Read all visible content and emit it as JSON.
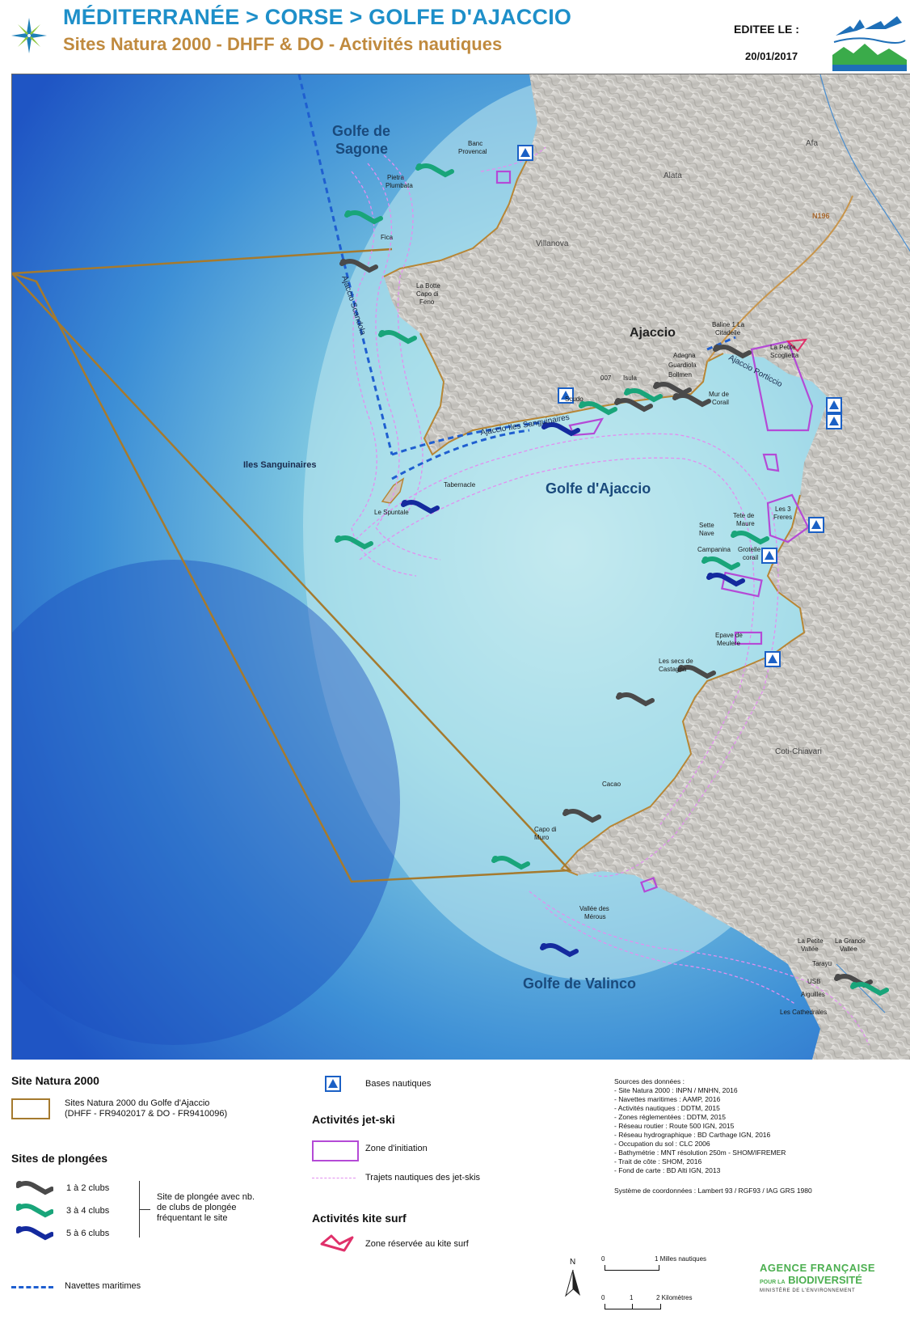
{
  "header": {
    "title": "MÉDITERRANÉE > CORSE > GOLFE D'AJACCIO",
    "subtitle": "Sites Natura 2000 - DHFF & DO - Activités nautiques",
    "edited_label": "EDITEE LE :",
    "edited_date": "20/01/2017"
  },
  "map": {
    "sea_labels": {
      "golfe_sagone_1": "Golfe de",
      "golfe_sagone_2": "Sagone",
      "golfe_ajaccio": "Golfe d'Ajaccio",
      "golfe_valinco": "Golfe de Valinco",
      "iles_sanguinaires": "Iles Sanguinaires"
    },
    "town_labels": {
      "ajaccio": "Ajaccio",
      "alata": "Alata",
      "villanova": "Villanova",
      "afa": "Afa",
      "coti_chiavari": "Coti-Chiavari",
      "road": "N196"
    },
    "navette_labels": {
      "scandola": "Ajaccio Scandola",
      "sanguinaires": "Ajaccio Iles Sanguinaires",
      "porticcio": "Ajaccio Porticcio"
    },
    "sites": {
      "banc_provencal_1": "Banc",
      "banc_provencal_2": "Provencal",
      "pietra_plumbata_1": "Pietra",
      "pietra_plumbata_2": "Plumbata",
      "fica": "Fica",
      "la_botte_1": "La Botte",
      "la_botte_2": "Capo di",
      "la_botte_3": "Feno",
      "tabernacle": "Tabernacle",
      "le_spuntale": "Le Spuntale",
      "scudo": "Scudo",
      "isula": "Isula",
      "site_007": "007",
      "baline_1": "Baline 1 La",
      "baline_2": "Citadelle",
      "petite_scoglietta_1": "La Petite",
      "petite_scoglietta_2": "Scoglietta",
      "adagna_1": "Adagna",
      "adagna_2": "Guardiola",
      "adagna_3": "Bollmen",
      "mur_corail_1": "Mur de",
      "mur_corail_2": "Corail",
      "tete_maure_1": "Tete de",
      "tete_maure_2": "Maure",
      "les_3_freres_1": "Les 3",
      "les_3_freres_2": "Freres",
      "sette_nave_1": "Sette",
      "sette_nave_2": "Nave",
      "campanina": "Campanina",
      "grotelle_1": "Grotelle",
      "grotelle_2": "corail",
      "epave_meulere_1": "Epave de",
      "epave_meulere_2": "Meulere",
      "secs_castagna_1": "Les secs de",
      "secs_castagna_2": "Castagna",
      "cacao": "Cacao",
      "capo_muro_1": "Capo di",
      "capo_muro_2": "Muro",
      "vallee_merous_1": "Vallée des",
      "vallee_merous_2": "Mérous",
      "petite_vallee_1": "La Petite",
      "petite_vallee_2": "Vallée",
      "grande_vallee_1": "La Grande",
      "grande_vallee_2": "Vallée",
      "tarayu": "Tarayu",
      "aiguilles": "Aiguilles",
      "cathedrales": "Les Cathedrales",
      "usb": "USB"
    }
  },
  "legend": {
    "natura_title": "Site Natura 2000",
    "natura_item_1": "Sites Natura 2000 du Golfe d'Ajaccio",
    "natura_item_2": "(DHFF - FR9402017 & DO - FR9410096)",
    "plongee_title": "Sites de plongées",
    "plongee_1": "1 à 2 clubs",
    "plongee_2": "3 à 4 clubs",
    "plongee_3": "5 à 6 clubs",
    "plongee_note_1": "Site de plongée avec nb.",
    "plongee_note_2": "de clubs de plongée",
    "plongee_note_3": "fréquentant le site",
    "navettes": "Navettes maritimes",
    "bases": "Bases nautiques",
    "jetski_title": "Activités jet-ski",
    "jetski_zone": "Zone d'initiation",
    "jetski_trajets": "Trajets nautiques des jet-skis",
    "kite_title": "Activités kite surf",
    "kite_zone": "Zone réservée au kite surf",
    "sources": [
      "Sources des données :",
      "- Site Natura 2000 : INPN / MNHN, 2016",
      "- Navettes maritimes : AAMP, 2016",
      "- Activités nautiques : DDTM, 2015",
      "- Zones réglementées : DDTM, 2015",
      "- Réseau routier : Route 500 IGN, 2015",
      "- Réseau hydrographique : BD Carthage IGN, 2016",
      "- Occupation du sol : CLC 2006",
      "- Bathymétrie : MNT résolution 250m - SHOM/IFREMER",
      "- Trait de côte : SHOM, 2016",
      "- Fond de carte : BD Alti IGN, 2013"
    ],
    "coords": "Système de coordonnées : Lambert 93 / RGF93 / IAG GRS 1980",
    "scale_nm": "1 Milles nautiques",
    "scale_km": "2 Kilomètres",
    "scale_zero_1": "0",
    "scale_zero_2": "0",
    "scale_one": "1",
    "north": "N",
    "afb_1": "AGENCE FRANÇAISE",
    "afb_2_small": "POUR LA",
    "afb_2_big": "BIODIVERSITÉ",
    "afb_3": "MINISTÈRE DE L'ENVIRONNEMENT"
  },
  "colors": {
    "title": "#1e8fc9",
    "subtitle": "#c08a3e",
    "natura_boundary": "#a57a2e",
    "navette": "#1f5fd0",
    "jetski": "#b44ad6",
    "jetski_trajet": "#e28ff0",
    "kite": "#e0306a",
    "diver_1": "#4a4a4a",
    "diver_2": "#19a57a",
    "diver_3": "#142a9e",
    "base_nautique": "#1b60c5",
    "afb_green": "#4caf50"
  }
}
